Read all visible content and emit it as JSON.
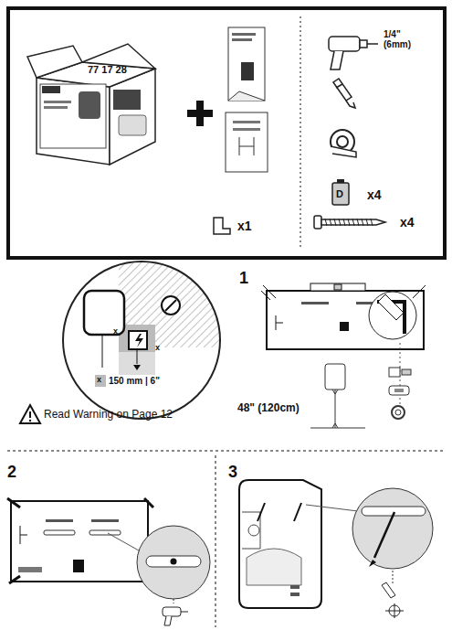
{
  "diagram": {
    "labels": [
      "77 17 28",
      "1/4\" (6mm)",
      "x1",
      "D",
      "x4",
      "x4",
      "x",
      "x",
      "x",
      "150 mm | 6\"",
      "Read Warning on Page 12",
      "1",
      "48\" (120cm)",
      "2",
      "3"
    ]
  }
}
